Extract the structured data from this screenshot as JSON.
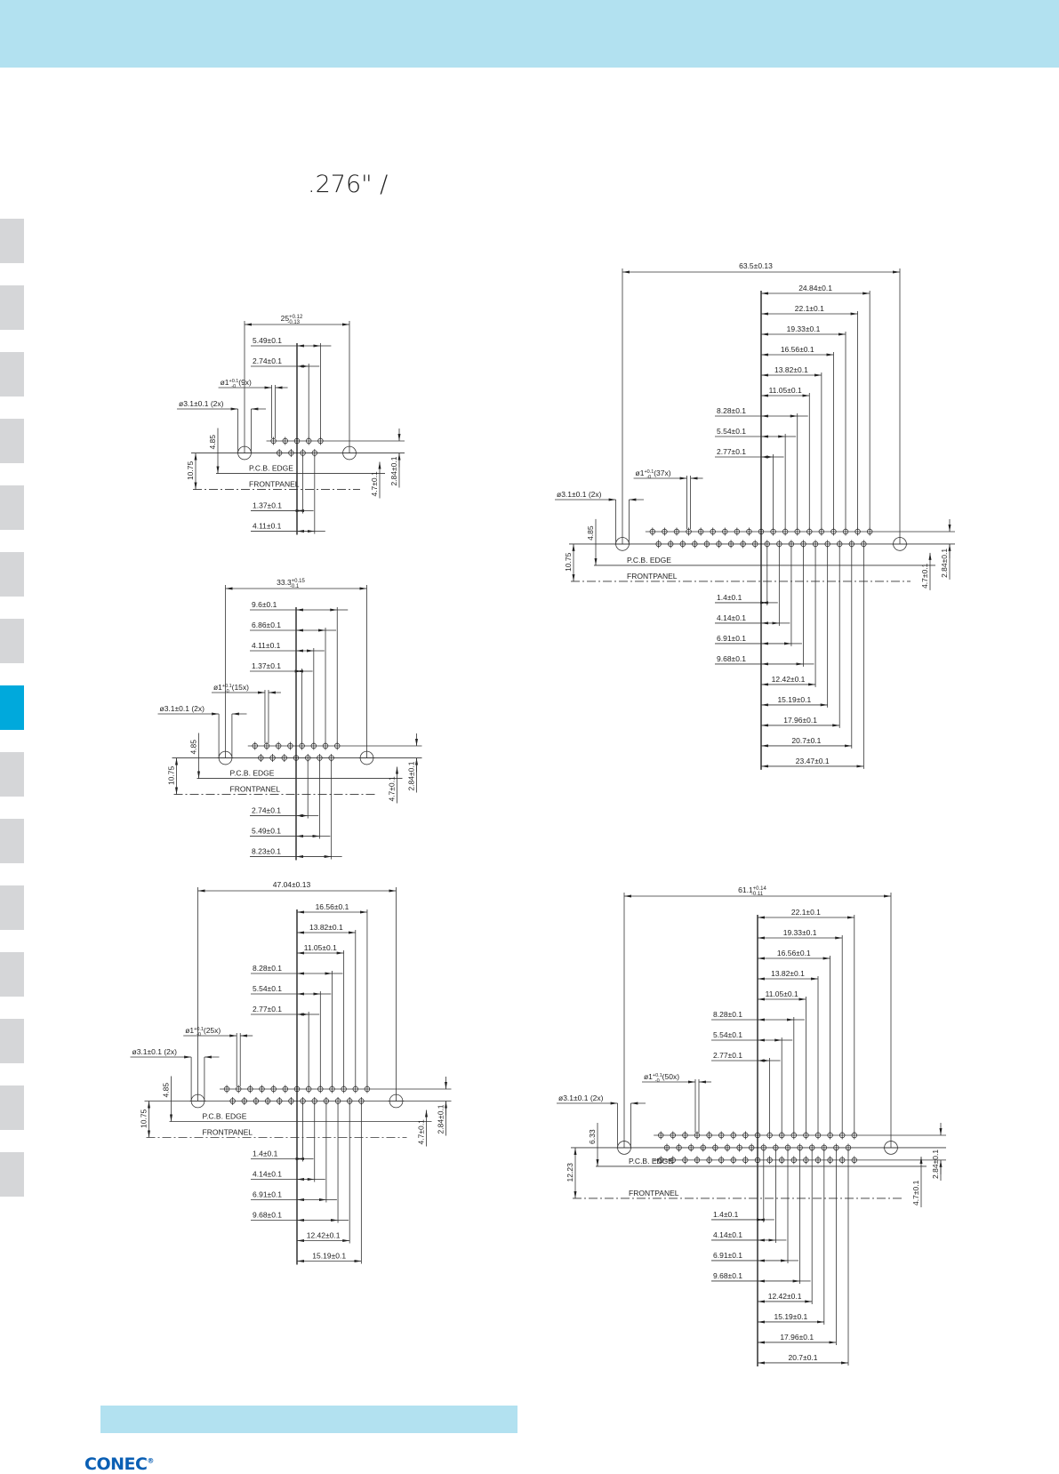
{
  "header": {
    "title_fragment": ".276\" /"
  },
  "colors": {
    "band": "#b2e1f0",
    "tab": "#d5d6d8",
    "tab_active": "#00a9dc",
    "logo": "#0a5fb4"
  },
  "sidebar": {
    "tab_count": 15,
    "active_index": 7
  },
  "footer": {
    "logo": "CONEC",
    "logo_mark": "®"
  },
  "drawings": [
    {
      "overall": "25",
      "overall_tol_plus": "+0.12",
      "overall_tol_minus": "-0.13",
      "top_dims": [
        "2.74±0.1",
        "5.49±0.1"
      ],
      "bottom_dims": [
        "1.37±0.1",
        "4.11±0.1"
      ],
      "pin_hole": "ø1",
      "pin_hole_tol_plus": "+0.1",
      "pin_hole_tol_minus": "-0",
      "pin_count": "(9x)",
      "mount_hole": "ø3.1±0.1 (2x)",
      "pcb_offset": "4.85",
      "frontpanel_offset": "10.75",
      "pcb_edge_label": "P.C.B. EDGE",
      "frontpanel_label": "FRONTPANEL",
      "right_dim_a": "4.7±0.1",
      "right_dim_b": "2.84±0.1"
    },
    {
      "overall": "33.3",
      "overall_tol_plus": "+0.15",
      "overall_tol_minus": "-0.1",
      "top_dims": [
        "1.37±0.1",
        "4.11±0.1",
        "6.86±0.1",
        "9.6±0.1"
      ],
      "bottom_dims": [
        "2.74±0.1",
        "5.49±0.1",
        "8.23±0.1"
      ],
      "pin_hole": "ø1",
      "pin_hole_tol_plus": "+0.1",
      "pin_hole_tol_minus": "-0",
      "pin_count": "(15x)",
      "mount_hole": "ø3.1±0.1 (2x)",
      "pcb_offset": "4.85",
      "frontpanel_offset": "10.75",
      "pcb_edge_label": "P.C.B. EDGE",
      "frontpanel_label": "FRONTPANEL",
      "right_dim_a": "4.7±0.1",
      "right_dim_b": "2.84±0.1"
    },
    {
      "overall": "47.04±0.13",
      "top_dims": [
        "2.77±0.1",
        "5.54±0.1",
        "8.28±0.1",
        "11.05±0.1",
        "13.82±0.1",
        "16.56±0.1"
      ],
      "bottom_dims": [
        "1.4±0.1",
        "4.14±0.1",
        "6.91±0.1",
        "9.68±0.1",
        "12.42±0.1",
        "15.19±0.1"
      ],
      "pin_hole": "ø1",
      "pin_hole_tol_plus": "+0.1",
      "pin_hole_tol_minus": "-0",
      "pin_count": "(25x)",
      "mount_hole": "ø3.1±0.1 (2x)",
      "pcb_offset": "4.85",
      "frontpanel_offset": "10.75",
      "pcb_edge_label": "P.C.B. EDGE",
      "frontpanel_label": "FRONTPANEL",
      "right_dim_a": "4.7±0.1",
      "right_dim_b": "2.84±0.1"
    },
    {
      "overall": "63.5±0.13",
      "top_dims": [
        "2.77±0.1",
        "5.54±0.1",
        "8.28±0.1",
        "11.05±0.1",
        "13.82±0.1",
        "16.56±0.1",
        "19.33±0.1",
        "22.1±0.1",
        "24.84±0.1"
      ],
      "bottom_dims": [
        "1.4±0.1",
        "4.14±0.1",
        "6.91±0.1",
        "9.68±0.1",
        "12.42±0.1",
        "15.19±0.1",
        "17.96±0.1",
        "20.7±0.1",
        "23.47±0.1"
      ],
      "pin_hole": "ø1",
      "pin_hole_tol_plus": "+0.1",
      "pin_hole_tol_minus": "-0",
      "pin_count": "(37x)",
      "mount_hole": "ø3.1±0.1 (2x)",
      "pcb_offset": "4.85",
      "frontpanel_offset": "10.75",
      "pcb_edge_label": "P.C.B. EDGE",
      "frontpanel_label": "FRONTPANEL",
      "right_dim_a": "4.7±0.1",
      "right_dim_b": "2.84±0.1"
    },
    {
      "overall": "61.1",
      "overall_tol_plus": "+0.14",
      "overall_tol_minus": "-0.11",
      "top_dims": [
        "2.77±0.1",
        "5.54±0.1",
        "8.28±0.1",
        "11.05±0.1",
        "13.82±0.1",
        "16.56±0.1",
        "19.33±0.1",
        "22.1±0.1"
      ],
      "bottom_dims": [
        "1.4±0.1",
        "4.14±0.1",
        "6.91±0.1",
        "9.68±0.1",
        "12.42±0.1",
        "15.19±0.1",
        "17.96±0.1",
        "20.7±0.1"
      ],
      "pin_hole": "ø1",
      "pin_hole_tol_plus": "+0.1",
      "pin_hole_tol_minus": "-0",
      "pin_count": "(50x)",
      "mount_hole": "ø3.1±0.1 (2x)",
      "pcb_offset": "6.33",
      "frontpanel_offset": "12.23",
      "pcb_edge_label": "P.C.B. EDGE",
      "frontpanel_label": "FRONTPANEL",
      "right_dim_a": "4.7±0.1",
      "right_dim_b": "2.84±0.1"
    }
  ]
}
